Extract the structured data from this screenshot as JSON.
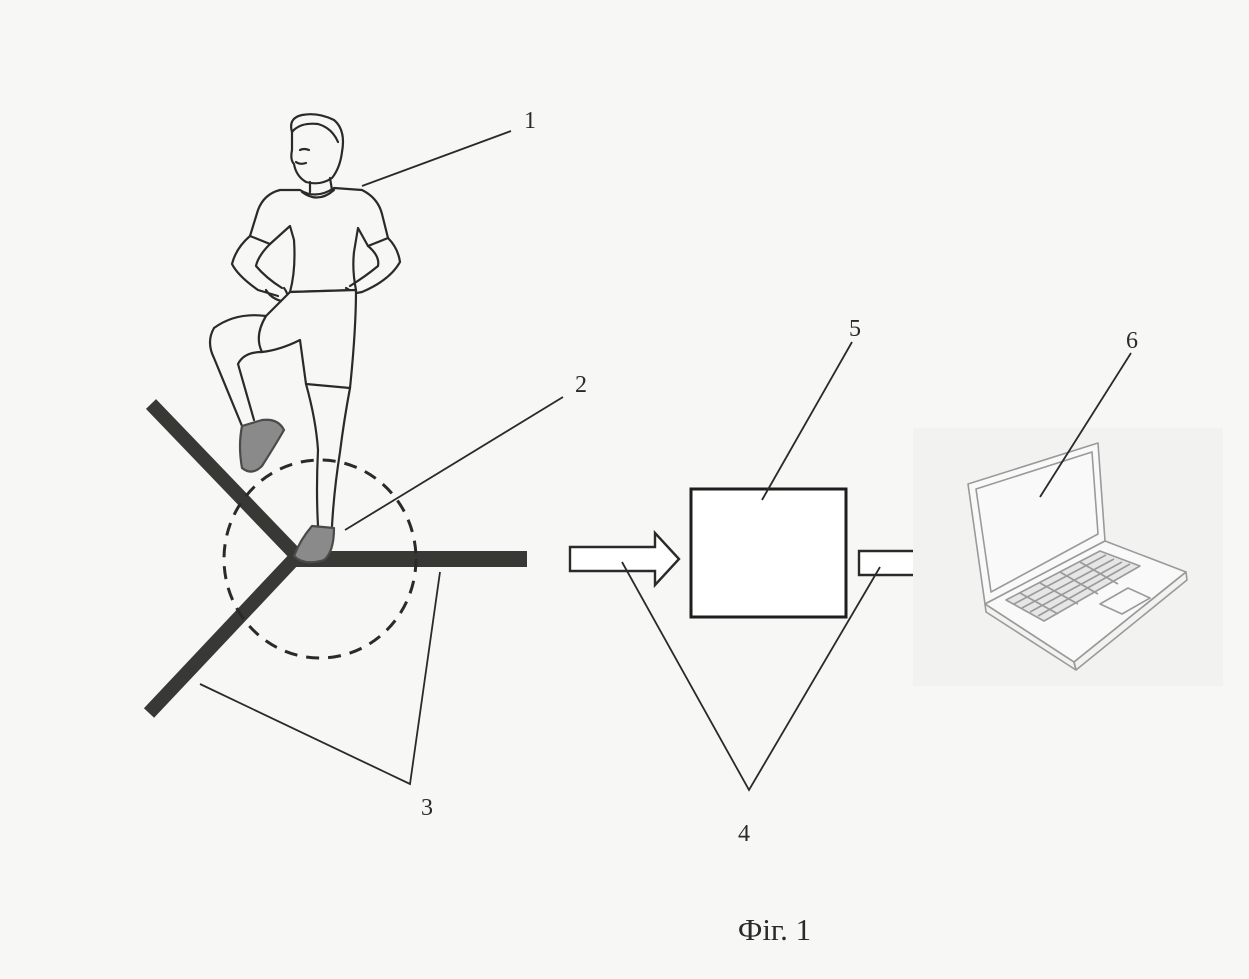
{
  "figure": {
    "caption": "Фіг. 1",
    "labels": {
      "person": "1",
      "foot_zone": "2",
      "platform_beams": "3",
      "signal_arrows": "4",
      "processing_unit": "5",
      "computer": "6"
    }
  },
  "colors": {
    "ink": "#2a2a2a",
    "beam": "#383834",
    "shoe": "#8a8a8a",
    "laptop_line": "#9a9a9a",
    "background": "#f7f7f5"
  }
}
